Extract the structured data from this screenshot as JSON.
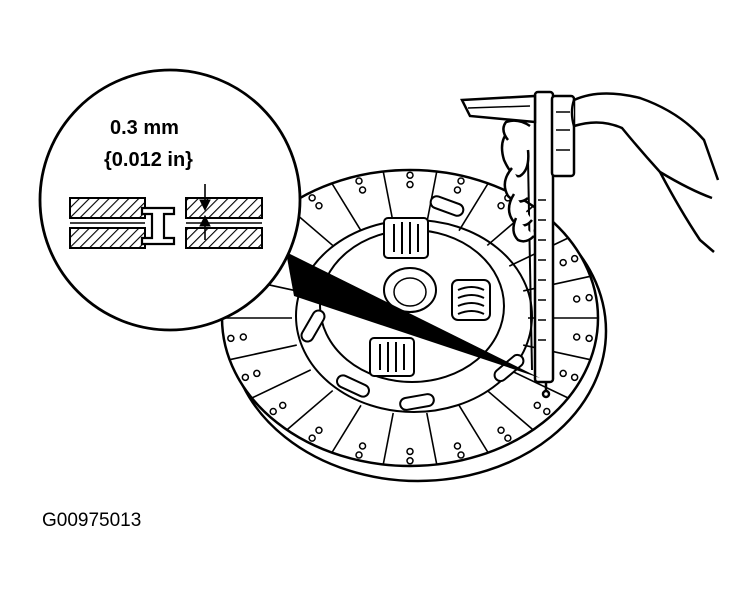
{
  "callout": {
    "value_mm": "0.3 mm",
    "value_in": "{0.012 in}"
  },
  "figure_id": "G00975013",
  "icons": [
    "clutch-disc",
    "vernier-caliper",
    "hand",
    "magnifier-circle",
    "rivet-cross-section"
  ]
}
